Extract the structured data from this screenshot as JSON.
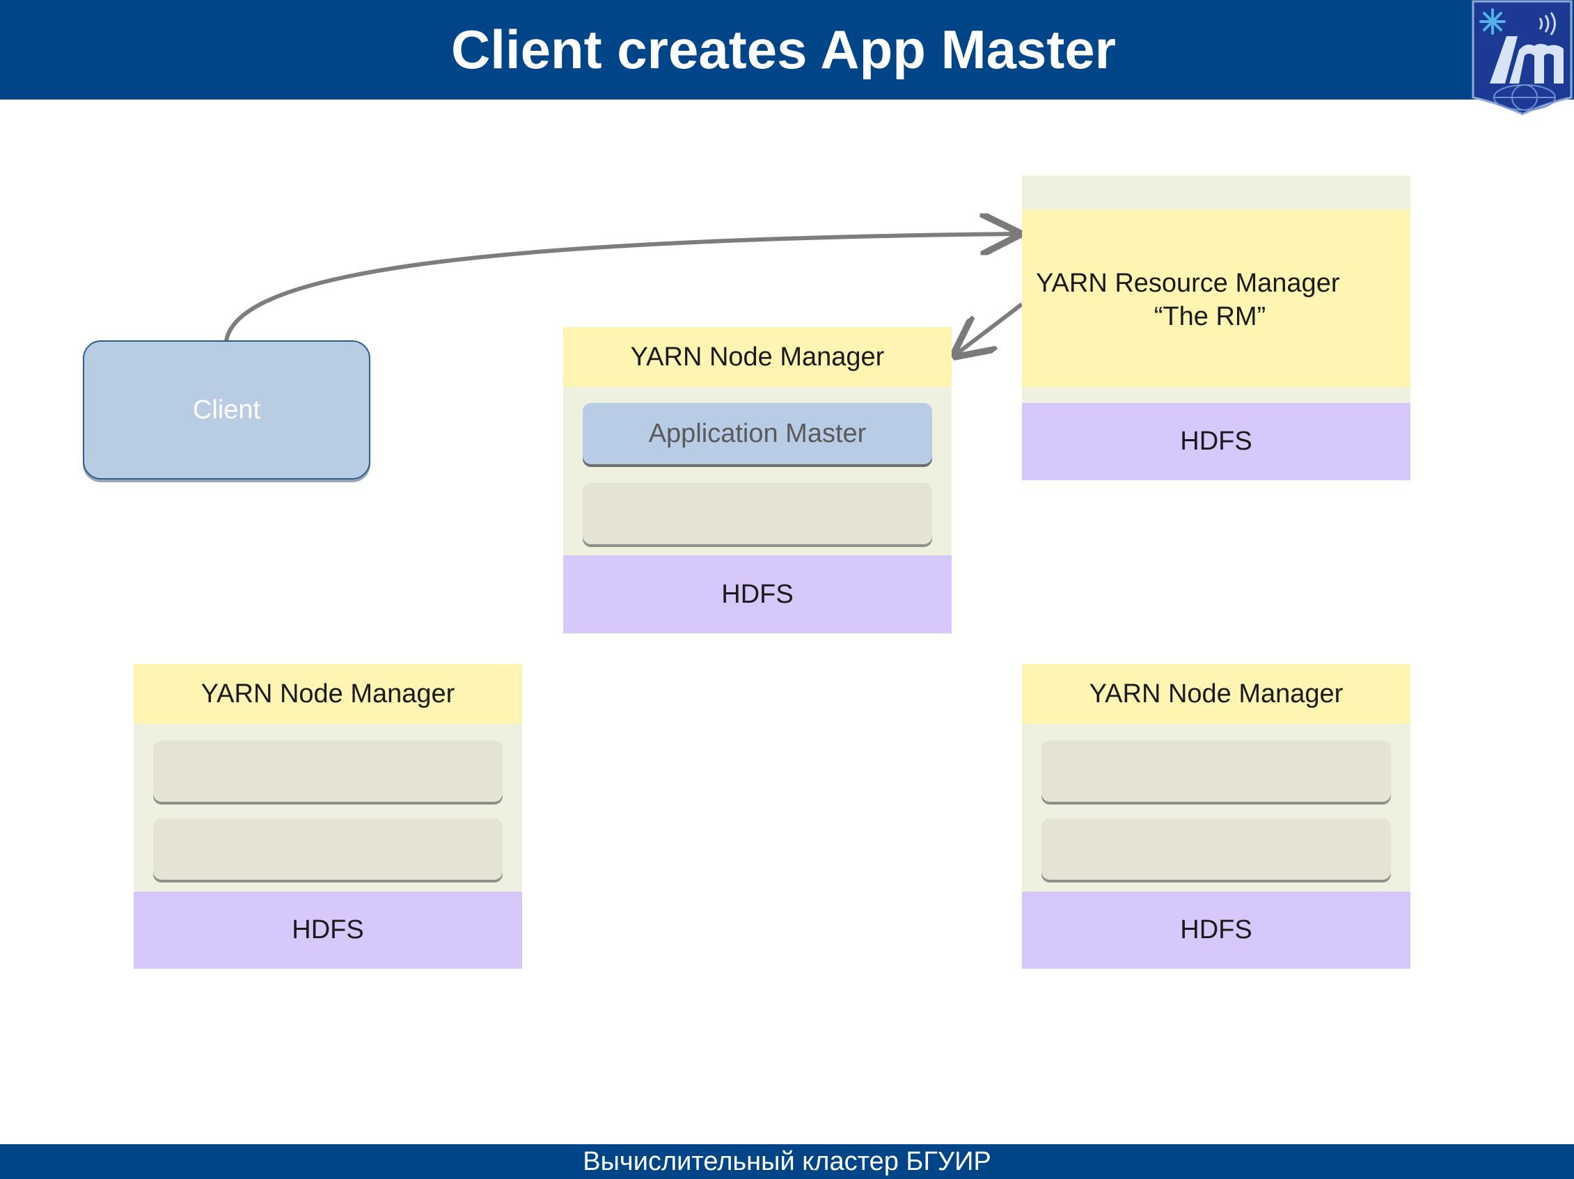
{
  "slide": {
    "title": "Client creates App Master",
    "footer": "Вычислительный кластер БГУИР"
  },
  "colors": {
    "header_bg": "#004587",
    "node_manager_header": "#fff5b3",
    "hdfs": "#d6c8fb",
    "node_body": "#eef0e0",
    "client_fill": "#b8cce4",
    "app_master_fill": "#b8cce6",
    "container_slot": "#e5e3d3"
  },
  "client": {
    "label": "Client"
  },
  "resource_manager": {
    "line1": "YARN Resource Manager",
    "line2": "“The RM”",
    "hdfs_label": "HDFS"
  },
  "node_manager_main": {
    "label": "YARN Node Manager",
    "app_master_label": "Application Master",
    "hdfs_label": "HDFS"
  },
  "node_manager_left": {
    "label": "YARN Node Manager",
    "hdfs_label": "HDFS"
  },
  "node_manager_right": {
    "label": "YARN Node Manager",
    "hdfs_label": "HDFS"
  },
  "arrows": [
    {
      "from": "client",
      "to": "resource_manager"
    },
    {
      "from": "resource_manager",
      "to": "node_manager_main"
    }
  ]
}
